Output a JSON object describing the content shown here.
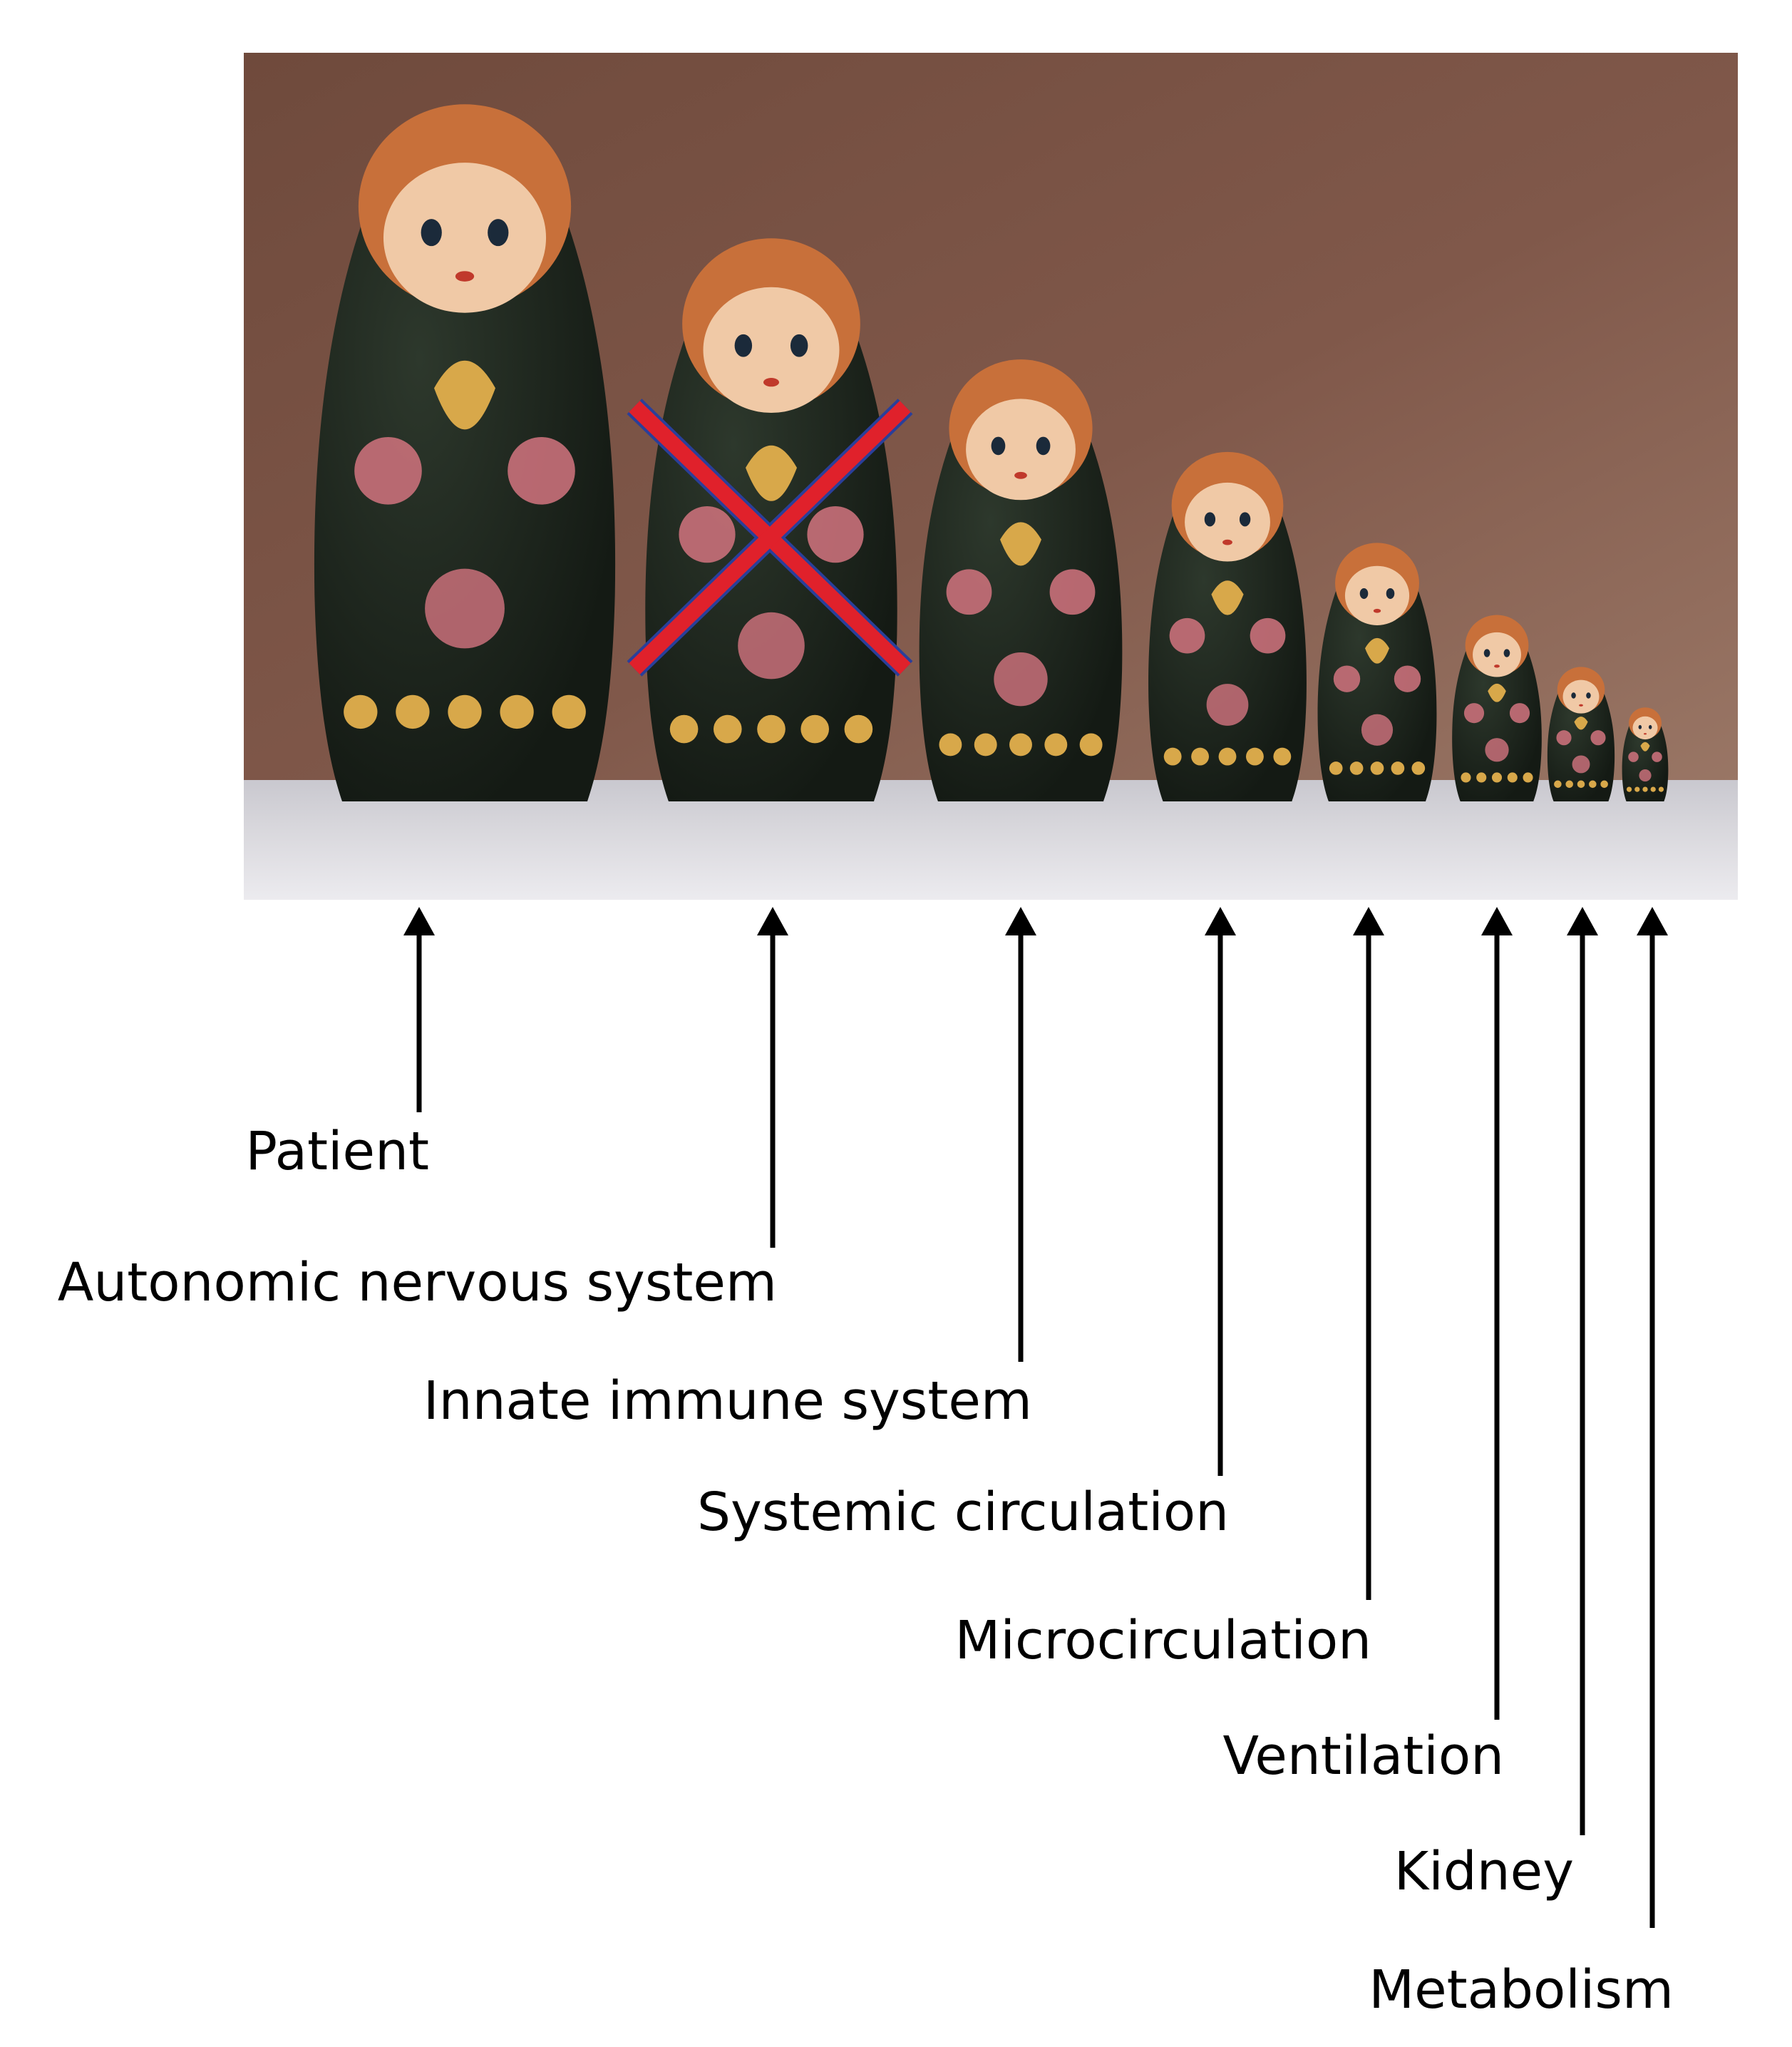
{
  "photo": {
    "subject": "eight nested matryoshka dolls standing in a row, largest on the left",
    "crossed_doll_index": 1,
    "colors": {
      "wall_top": "#6f4a3c",
      "wall_mid": "#80584a",
      "wall_bottom": "#9a7766",
      "shelf": "#d8d7dc",
      "doll_body": "#141a14",
      "doll_face": "#f0c9a6",
      "doll_hair": "#c8703a",
      "gold": "#d8a84a",
      "rose": "#c9707a",
      "cross_fill": "#e0212b",
      "cross_outline": "#2a3f9a"
    }
  },
  "labels": [
    {
      "id": "patient",
      "text": "Patient"
    },
    {
      "id": "autonomic-nervous-system",
      "text": "Autonomic nervous system"
    },
    {
      "id": "innate-immune-system",
      "text": "Innate immune system"
    },
    {
      "id": "systemic-circulation",
      "text": "Systemic circulation"
    },
    {
      "id": "microcirculation",
      "text": "Microcirculation"
    },
    {
      "id": "ventilation",
      "text": "Ventilation"
    },
    {
      "id": "kidney",
      "text": "Kidney"
    },
    {
      "id": "metabolism",
      "text": "Metabolism"
    }
  ],
  "arrow_color": "#000000"
}
